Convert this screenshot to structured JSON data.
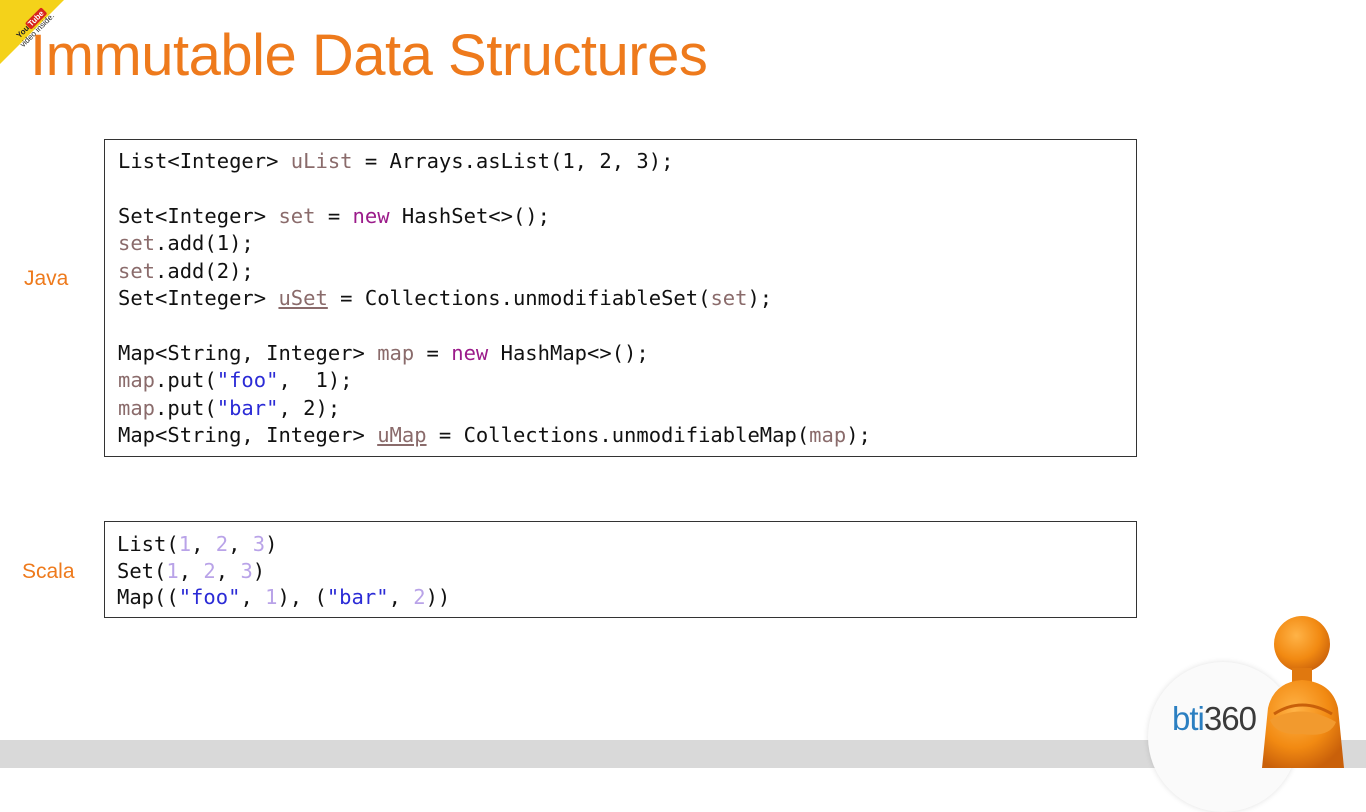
{
  "badge": {
    "you": "You",
    "tube": "Tube",
    "line2": "video inside."
  },
  "title": "Immutable Data Structures",
  "java": {
    "label": "Java",
    "lines": [
      [
        [
          "List<Integer> ",
          ""
        ],
        [
          "uList",
          "v"
        ],
        [
          " = Arrays.asList(1, 2, 3);",
          ""
        ]
      ],
      [],
      [
        [
          "Set<Integer> ",
          ""
        ],
        [
          "set",
          "v"
        ],
        [
          " = ",
          ""
        ],
        [
          "new",
          "kw"
        ],
        [
          " HashSet<>();",
          ""
        ]
      ],
      [
        [
          "set",
          "v"
        ],
        [
          ".add(1);",
          ""
        ]
      ],
      [
        [
          "set",
          "v"
        ],
        [
          ".add(2);",
          ""
        ]
      ],
      [
        [
          "Set<Integer> ",
          ""
        ],
        [
          "uSet",
          "v u"
        ],
        [
          " = Collections.unmodifiableSet(",
          ""
        ],
        [
          "set",
          "v"
        ],
        [
          ");",
          ""
        ]
      ],
      [],
      [
        [
          "Map<String, Integer> ",
          ""
        ],
        [
          "map",
          "v"
        ],
        [
          " = ",
          ""
        ],
        [
          "new",
          "kw"
        ],
        [
          " HashMap<>();",
          ""
        ]
      ],
      [
        [
          "map",
          "v"
        ],
        [
          ".put(",
          ""
        ],
        [
          "\"foo\"",
          "str"
        ],
        [
          ",  1);",
          ""
        ]
      ],
      [
        [
          "map",
          "v"
        ],
        [
          ".put(",
          ""
        ],
        [
          "\"bar\"",
          "str"
        ],
        [
          ", 2);",
          ""
        ]
      ],
      [
        [
          "Map<String, Integer> ",
          ""
        ],
        [
          "uMap",
          "v u"
        ],
        [
          " = Collections.unmodifiableMap(",
          ""
        ],
        [
          "map",
          "v"
        ],
        [
          ");",
          ""
        ]
      ]
    ]
  },
  "scala": {
    "label": "Scala",
    "lines": [
      [
        [
          "List(",
          ""
        ],
        [
          "1",
          "num"
        ],
        [
          ", ",
          ""
        ],
        [
          "2",
          "num"
        ],
        [
          ", ",
          ""
        ],
        [
          "3",
          "num"
        ],
        [
          ")",
          ""
        ]
      ],
      [
        [
          "Set(",
          ""
        ],
        [
          "1",
          "num"
        ],
        [
          ", ",
          ""
        ],
        [
          "2",
          "num"
        ],
        [
          ", ",
          ""
        ],
        [
          "3",
          "num"
        ],
        [
          ")",
          ""
        ]
      ],
      [
        [
          "Map((",
          ""
        ],
        [
          "\"foo\"",
          "str"
        ],
        [
          ", ",
          ""
        ],
        [
          "1",
          "num"
        ],
        [
          "), (",
          ""
        ],
        [
          "\"bar\"",
          "str"
        ],
        [
          ", ",
          ""
        ],
        [
          "2",
          "num"
        ],
        [
          "))",
          ""
        ]
      ]
    ]
  },
  "logo": {
    "bt": "bti",
    "num": "360"
  },
  "colors": {
    "accent": "#ee7a1c",
    "variable": "#8a6b6b",
    "keyword": "#9b1b8a",
    "string": "#2b2bd6",
    "number": "#b9a3e8"
  }
}
